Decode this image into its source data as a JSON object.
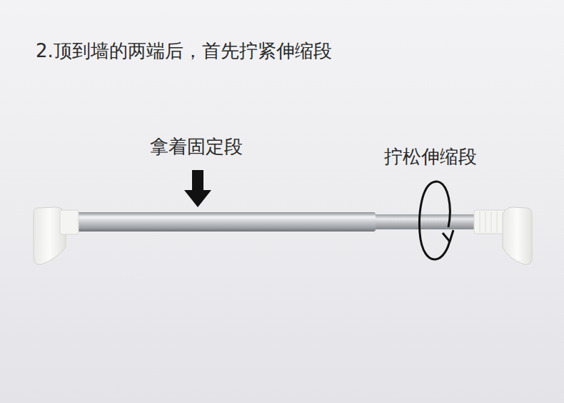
{
  "diagram": {
    "title": "2.顶到墙的两端后，首先拧紧伸缩段",
    "labels": [
      "拿着固定段",
      "拧松伸缩段"
    ]
  }
}
